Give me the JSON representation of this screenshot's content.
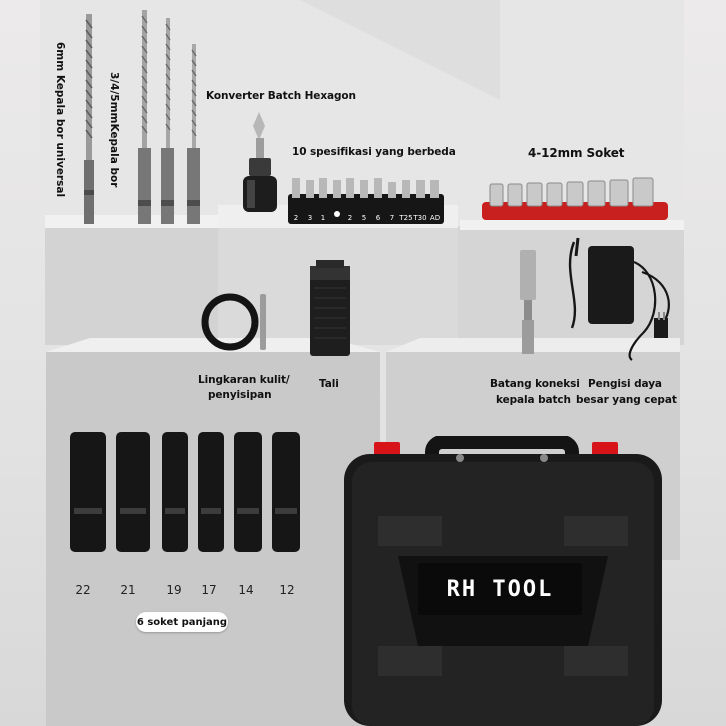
{
  "labels": {
    "bor_universal": "6mm Kepala bor universal",
    "kepala_bor": "3/4/5mmKepala bor",
    "konverter": "Konverter Batch Hexagon",
    "spesifikasi": "10 spesifikasi yang berbeda",
    "soket": "4-12mm Soket",
    "lingkaran_1": "Lingkaran kulit/",
    "lingkaran_2": "penyisipan",
    "tali": "Tali",
    "batang_1": "Batang koneksi",
    "batang_2": "kepala batch",
    "pengisi_1": "Pengisi daya",
    "pengisi_2": "besar yang cepat",
    "soket_panjang": "6 soket panjang"
  },
  "bits": [
    "2",
    "3",
    "1",
    "2",
    "5",
    "6",
    "7",
    "T25",
    "T30",
    "AD"
  ],
  "socket_sizes": [
    "22",
    "21",
    "19",
    "17",
    "14",
    "12"
  ],
  "brand": "RH TOOL",
  "colors": {
    "tray_red": "#c8201e",
    "case_black": "#1a1a1a",
    "case_red": "#d8141b"
  }
}
